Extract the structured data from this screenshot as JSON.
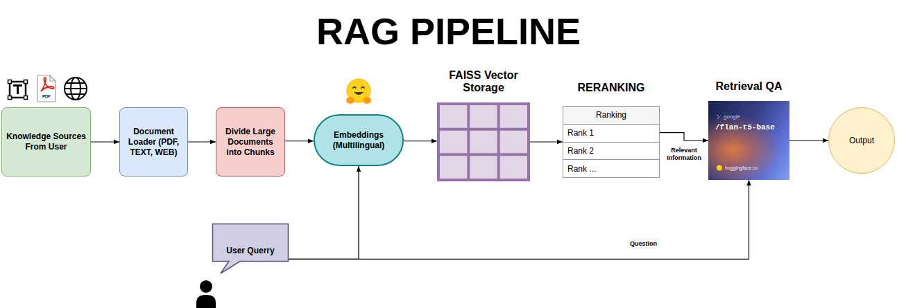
{
  "diagram": {
    "title": "RAG PIPELINE",
    "nodes": [
      {
        "text": [
          "Knowledge Sources From User"
        ]
      },
      {
        "text": [
          "Document Loader (PDF, TEXT, WEB)"
        ]
      },
      {
        "text": [
          "Divide Large Documents into Chunks"
        ]
      },
      {
        "text": [
          "Embeddings (Multilingual)"
        ]
      },
      {
        "text": [
          "FAISS Vector Storage"
        ]
      },
      {
        "text": [
          "RERANKING",
          "Ranking",
          "Rank 1",
          "Rank 2",
          "Rank ..."
        ]
      },
      {
        "text": [
          "Retrieval QA",
          "google",
          "/flan-t5-base",
          "huggingface.co"
        ]
      },
      {
        "text": [
          "Output"
        ]
      },
      {
        "text": [
          "User Querry"
        ]
      }
    ],
    "edges": [
      {
        "from": 0,
        "to": 1,
        "arrow": "to"
      },
      {
        "from": 1,
        "to": 2,
        "arrow": "to"
      },
      {
        "from": 2,
        "to": 3,
        "arrow": "to"
      },
      {
        "from": 3,
        "to": 4,
        "arrow": "to"
      },
      {
        "from": 4,
        "to": 5,
        "arrow": "to"
      },
      {
        "from": 5,
        "to": 6,
        "label": "Relevant Information",
        "arrow": "to"
      },
      {
        "from": 6,
        "to": 7,
        "arrow": "to"
      },
      {
        "from": 8,
        "to": 3,
        "arrow": "to"
      },
      {
        "from": 8,
        "to": 6,
        "label": "Question",
        "arrow": "to"
      }
    ],
    "labels": [
      "PDF"
    ]
  }
}
